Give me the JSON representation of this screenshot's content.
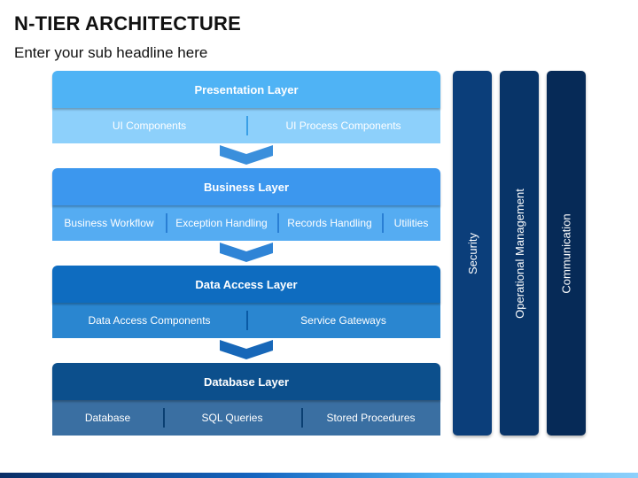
{
  "title": "N-TIER ARCHITECTURE",
  "subtitle": "Enter your sub headline here",
  "layers": [
    {
      "name": "Presentation Layer",
      "items": [
        "UI Components",
        "UI Process Components"
      ]
    },
    {
      "name": "Business Layer",
      "items": [
        "Business Workflow",
        "Exception Handling",
        "Records Handling",
        "Utilities"
      ]
    },
    {
      "name": "Data Access Layer",
      "items": [
        "Data Access Components",
        "Service Gateways"
      ]
    },
    {
      "name": "Database Layer",
      "items": [
        "Database",
        "SQL Queries",
        "Stored Procedures"
      ]
    }
  ],
  "pillars": [
    "Security",
    "Operational Management",
    "Communication"
  ],
  "colors": {
    "presentation": "#4fb3f5",
    "business": "#3c97ee",
    "data_access": "#0e6cc0",
    "database": "#0c4f8c",
    "chevron": "#3a8fdc"
  }
}
